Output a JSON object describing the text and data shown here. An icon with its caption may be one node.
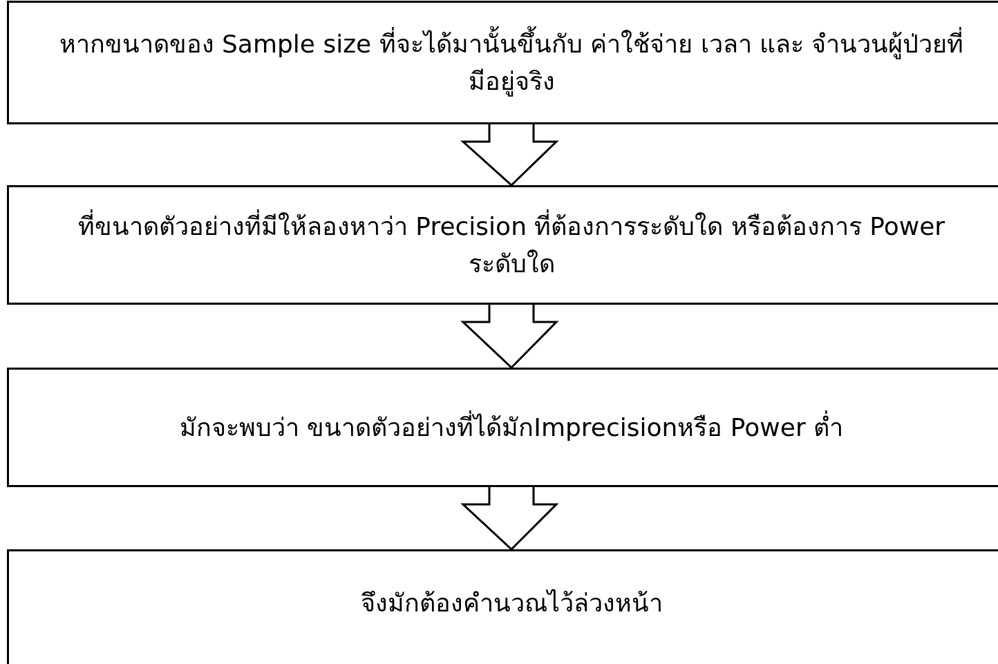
{
  "diagram": {
    "nodes": [
      {
        "text": [
          "หากขนาดของ Sample size ที่จะได้มานั้นขึ้นกับ ค่าใช้จ่าย เวลา และ จำนวนผู้ป่วยที่มีอยู่จริง"
        ]
      },
      {
        "text": [
          "ที่ขนาดตัวอย่างที่มีให้ลองหาว่า Precision ที่ต้องการระดับใด หรือต้องการ Power ระดับใด"
        ]
      },
      {
        "text": [
          "มักจะพบว่า ขนาดตัวอย่างที่ได้มักImprecisionหรือ Power ต่ำ"
        ]
      },
      {
        "text": [
          "จึงมักต้องคำนวณไว้ล่วงหน้า"
        ]
      }
    ],
    "edges": [
      {
        "from": 0,
        "to": 1,
        "arrow": "to"
      },
      {
        "from": 1,
        "to": 2,
        "arrow": "to"
      },
      {
        "from": 2,
        "to": 3,
        "arrow": "to"
      }
    ]
  }
}
